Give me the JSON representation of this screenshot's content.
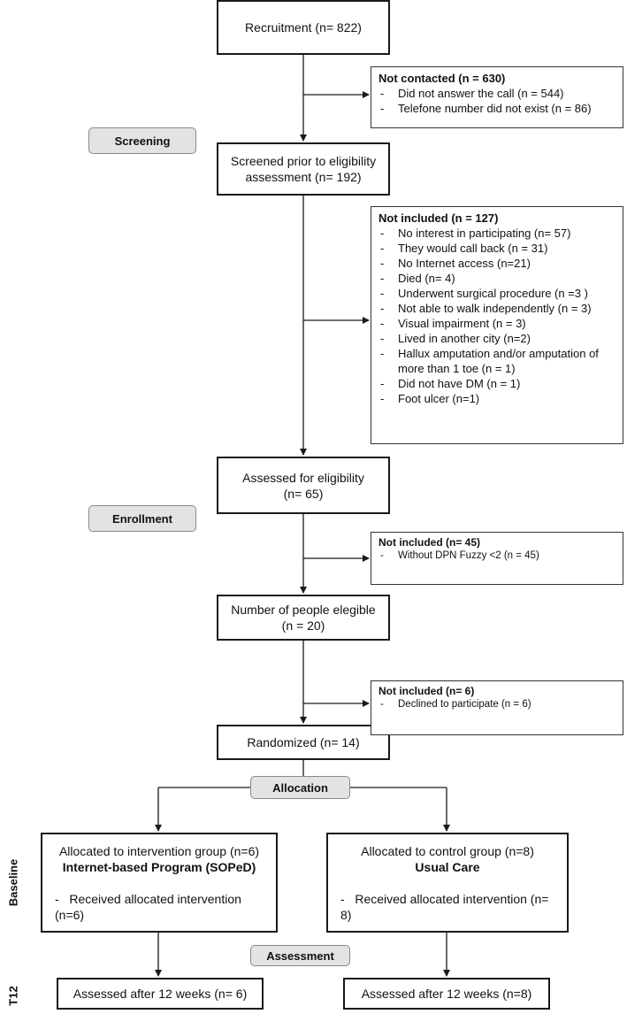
{
  "stages": {
    "screening": "Screening",
    "enrollment": "Enrollment",
    "allocation": "Allocation",
    "assessment": "Assessment"
  },
  "side_labels": {
    "baseline": "Baseline",
    "t12": "T12"
  },
  "boxes": {
    "recruitment": "Recruitment (n= 822)",
    "screened_line1": "Screened prior to eligibility",
    "screened_line2": "assessment (n= 192)",
    "assessed_line1": "Assessed for eligibility",
    "assessed_line2": "(n= 65)",
    "eligible_line1": "Number of people elegible",
    "eligible_line2": "(n = 20)",
    "randomized": "Randomized (n= 14)"
  },
  "exclusions": {
    "not_contacted": {
      "header": "Not contacted (n = 630)",
      "items": [
        "Did not answer the call (n = 544)",
        "Telefone number did not exist (n = 86)"
      ]
    },
    "not_included_1": {
      "header": "Not  included (n = 127)",
      "items": [
        "No interest in participating (n= 57)",
        "They would call back (n =  31)",
        "No Internet access  (n=21)",
        "Died (n= 4)",
        "Underwent surgical procedure (n =3 )",
        "Not able to walk independently (n = 3)",
        "Visual impairment (n = 3)",
        "Lived in another city (n=2)",
        "Hallux amputation and/or amputation of more than 1 toe (n = 1)",
        "Did not have DM (n = 1)",
        "Foot ulcer (n=1)"
      ]
    },
    "not_included_2": {
      "header": "Not included  (n= 45)",
      "items": [
        "Without DPN Fuzzy <2 (n = 45)"
      ]
    },
    "not_included_3": {
      "header": "Not included  (n= 6)",
      "items": [
        "Declined to participate (n = 6)"
      ]
    }
  },
  "groups": {
    "intervention": {
      "line1": "Allocated to intervention group (n=6)",
      "line2": "Internet-based Program (SOPeD)",
      "bullet": "Received allocated intervention (n=6)",
      "assessed": "Assessed  after 12 weeks (n= 6)"
    },
    "control": {
      "line1": "Allocated to control group (n=8)",
      "line2": "Usual Care",
      "bullet": "Received allocated intervention (n= 8)",
      "assessed": "Assessed after 12 weeks (n=8)"
    }
  }
}
